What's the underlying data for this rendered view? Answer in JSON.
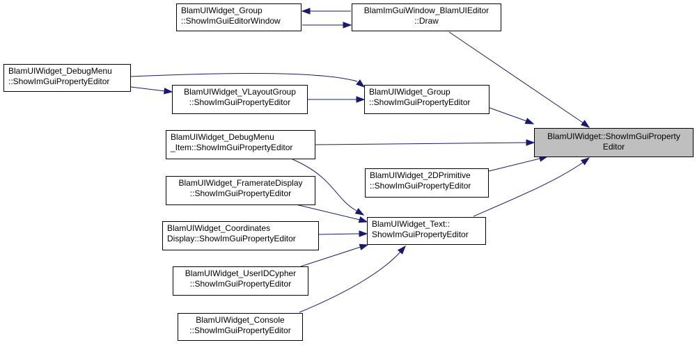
{
  "colors": {
    "edge": "#191970",
    "node_border": "#000000",
    "target_fill": "#bfbfbf"
  },
  "nodes": {
    "target": {
      "line1": "BlamUIWidget::ShowImGuiProperty",
      "line2": "Editor"
    },
    "imgui_window_draw": {
      "line1": "BlamImGuiWindow_BlamUIEditor",
      "line2": "::Draw"
    },
    "group_editor_window": {
      "line1": "BlamUIWidget_Group",
      "line2": "::ShowImGuiEditorWindow"
    },
    "debugmenu": {
      "line1": "BlamUIWidget_DebugMenu",
      "line2": "::ShowImGuiPropertyEditor"
    },
    "vlayoutgroup": {
      "line1": "BlamUIWidget_VLayoutGroup",
      "line2": "::ShowImGuiPropertyEditor"
    },
    "group_prop": {
      "line1": "BlamUIWidget_Group",
      "line2": "::ShowImGuiPropertyEditor"
    },
    "debugmenu_item": {
      "line1": "BlamUIWidget_DebugMenu",
      "line2": "_Item::ShowImGuiPropertyEditor"
    },
    "primitive2d": {
      "line1": "BlamUIWidget_2DPrimitive",
      "line2": "::ShowImGuiPropertyEditor"
    },
    "framerate": {
      "line1": "BlamUIWidget_FramerateDisplay",
      "line2": "::ShowImGuiPropertyEditor"
    },
    "coordinates": {
      "line1": "BlamUIWidget_Coordinates",
      "line2": "Display::ShowImGuiPropertyEditor"
    },
    "text": {
      "line1": "BlamUIWidget_Text::",
      "line2": "ShowImGuiPropertyEditor"
    },
    "useridcypher": {
      "line1": "BlamUIWidget_UserIDCypher",
      "line2": "::ShowImGuiPropertyEditor"
    },
    "console": {
      "line1": "BlamUIWidget_Console",
      "line2": "::ShowImGuiPropertyEditor"
    }
  },
  "edges": [
    [
      "imgui_window_draw",
      "target"
    ],
    [
      "group_editor_window",
      "imgui_window_draw"
    ],
    [
      "imgui_window_draw",
      "group_editor_window"
    ],
    [
      "group_prop",
      "target"
    ],
    [
      "debugmenu",
      "group_prop"
    ],
    [
      "vlayoutgroup",
      "group_prop"
    ],
    [
      "debugmenu",
      "vlayoutgroup"
    ],
    [
      "debugmenu_item",
      "target"
    ],
    [
      "primitive2d",
      "target"
    ],
    [
      "text",
      "target"
    ],
    [
      "debugmenu_item",
      "text"
    ],
    [
      "framerate",
      "text"
    ],
    [
      "coordinates",
      "text"
    ],
    [
      "useridcypher",
      "text"
    ],
    [
      "console",
      "text"
    ]
  ]
}
